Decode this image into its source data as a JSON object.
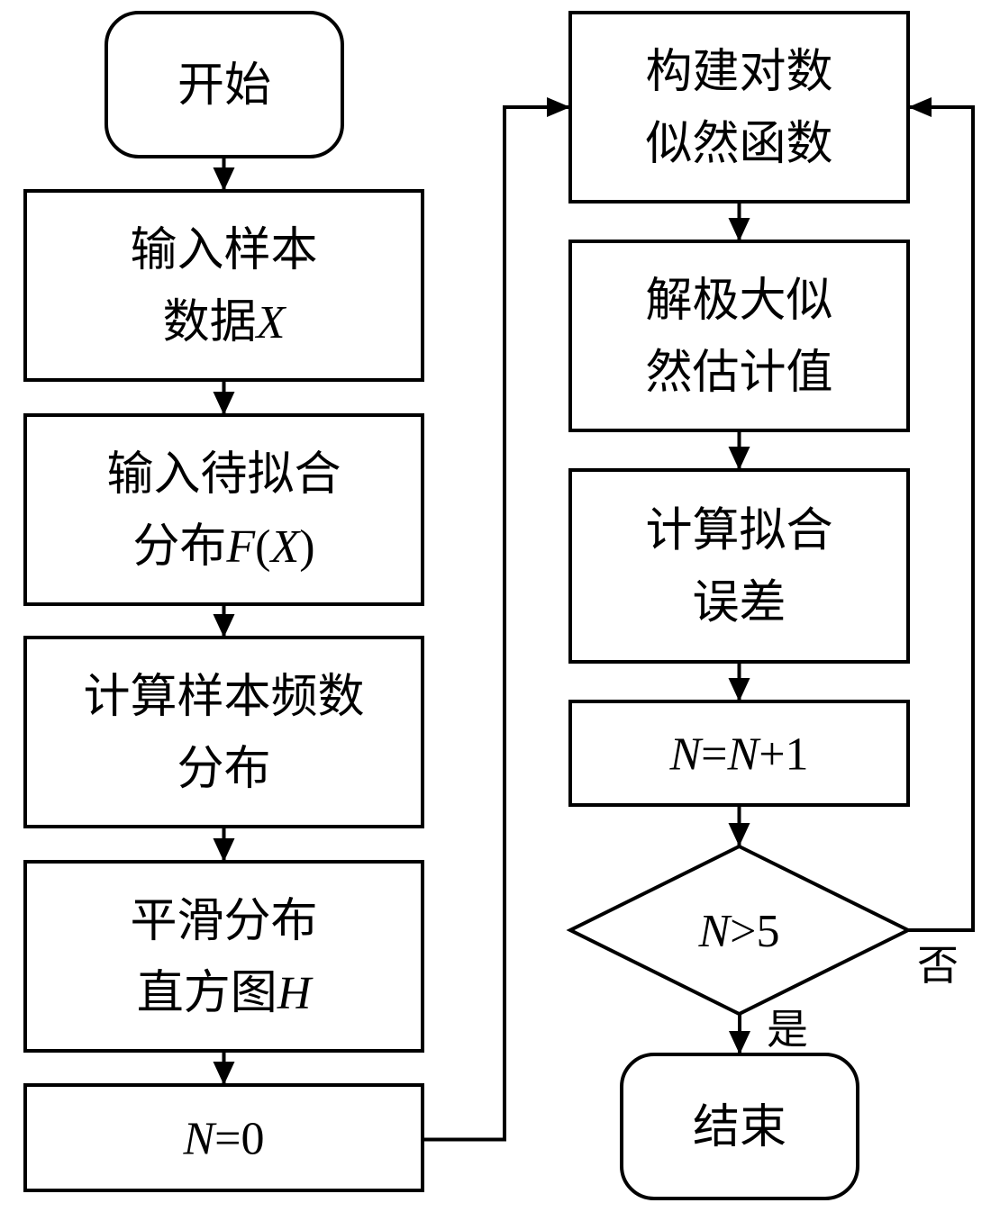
{
  "diagram": {
    "type": "flowchart",
    "nodes": [
      {
        "id": "start",
        "shape": "terminal",
        "lines": [
          [
            {
              "t": "开始"
            }
          ]
        ]
      },
      {
        "id": "input_sample",
        "shape": "process",
        "lines": [
          [
            {
              "t": "输入样本"
            }
          ],
          [
            {
              "t": "数据"
            },
            {
              "t": "X",
              "i": true
            }
          ]
        ]
      },
      {
        "id": "input_dist",
        "shape": "process",
        "lines": [
          [
            {
              "t": "输入待拟合"
            }
          ],
          [
            {
              "t": "分布"
            },
            {
              "t": "F",
              "i": true
            },
            {
              "t": "(",
              "r": true
            },
            {
              "t": "X",
              "i": true
            },
            {
              "t": ")",
              "r": true
            }
          ]
        ]
      },
      {
        "id": "calc_freq",
        "shape": "process",
        "lines": [
          [
            {
              "t": "计算样本频数"
            }
          ],
          [
            {
              "t": "分布"
            }
          ]
        ]
      },
      {
        "id": "smooth_hist",
        "shape": "process",
        "lines": [
          [
            {
              "t": "平滑分布"
            }
          ],
          [
            {
              "t": "直方图"
            },
            {
              "t": "H",
              "i": true
            }
          ]
        ]
      },
      {
        "id": "init_n",
        "shape": "process",
        "lines": [
          [
            {
              "t": "N",
              "i": true
            },
            {
              "t": "=0",
              "r": true
            }
          ]
        ]
      },
      {
        "id": "build_loglik",
        "shape": "process",
        "lines": [
          [
            {
              "t": "构建对数"
            }
          ],
          [
            {
              "t": "似然函数"
            }
          ]
        ]
      },
      {
        "id": "solve_mle",
        "shape": "process",
        "lines": [
          [
            {
              "t": "解极大似"
            }
          ],
          [
            {
              "t": "然估计值"
            }
          ]
        ]
      },
      {
        "id": "calc_error",
        "shape": "process",
        "lines": [
          [
            {
              "t": "计算拟合"
            }
          ],
          [
            {
              "t": "误差"
            }
          ]
        ]
      },
      {
        "id": "incr_n",
        "shape": "process",
        "lines": [
          [
            {
              "t": "N",
              "i": true
            },
            {
              "t": "=",
              "r": true
            },
            {
              "t": "N",
              "i": true
            },
            {
              "t": "+1",
              "r": true
            }
          ]
        ]
      },
      {
        "id": "check_n",
        "shape": "decision",
        "lines": [
          [
            {
              "t": "N",
              "i": true
            },
            {
              "t": ">5",
              "r": true
            }
          ]
        ]
      },
      {
        "id": "end",
        "shape": "terminal",
        "lines": [
          [
            {
              "t": "结束"
            }
          ]
        ]
      }
    ],
    "edges": [
      {
        "from": "start",
        "to": "input_sample",
        "label": ""
      },
      {
        "from": "input_sample",
        "to": "input_dist",
        "label": ""
      },
      {
        "from": "input_dist",
        "to": "calc_freq",
        "label": ""
      },
      {
        "from": "calc_freq",
        "to": "smooth_hist",
        "label": ""
      },
      {
        "from": "smooth_hist",
        "to": "init_n",
        "label": ""
      },
      {
        "from": "init_n",
        "to": "build_loglik",
        "label": ""
      },
      {
        "from": "build_loglik",
        "to": "solve_mle",
        "label": ""
      },
      {
        "from": "solve_mle",
        "to": "calc_error",
        "label": ""
      },
      {
        "from": "calc_error",
        "to": "incr_n",
        "label": ""
      },
      {
        "from": "incr_n",
        "to": "check_n",
        "label": ""
      },
      {
        "from": "check_n",
        "to": "build_loglik",
        "label": "否"
      },
      {
        "from": "check_n",
        "to": "end",
        "label": "是"
      }
    ]
  }
}
